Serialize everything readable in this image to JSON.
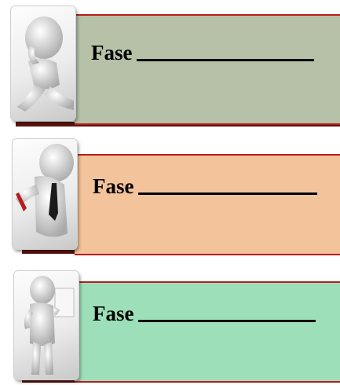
{
  "rows": [
    {
      "label": "Fase",
      "banner_color": "#b6c1a8",
      "figure_icon": "thinking-figure-icon"
    },
    {
      "label": "Fase",
      "banner_color": "#f3c49b",
      "figure_icon": "figure-with-tie-icon"
    },
    {
      "label": "Fase",
      "banner_color": "#9ddfb8",
      "figure_icon": "figure-holding-paper-icon"
    }
  ],
  "colors": {
    "border": "#b81d1d",
    "shadow": "#5a1410"
  }
}
